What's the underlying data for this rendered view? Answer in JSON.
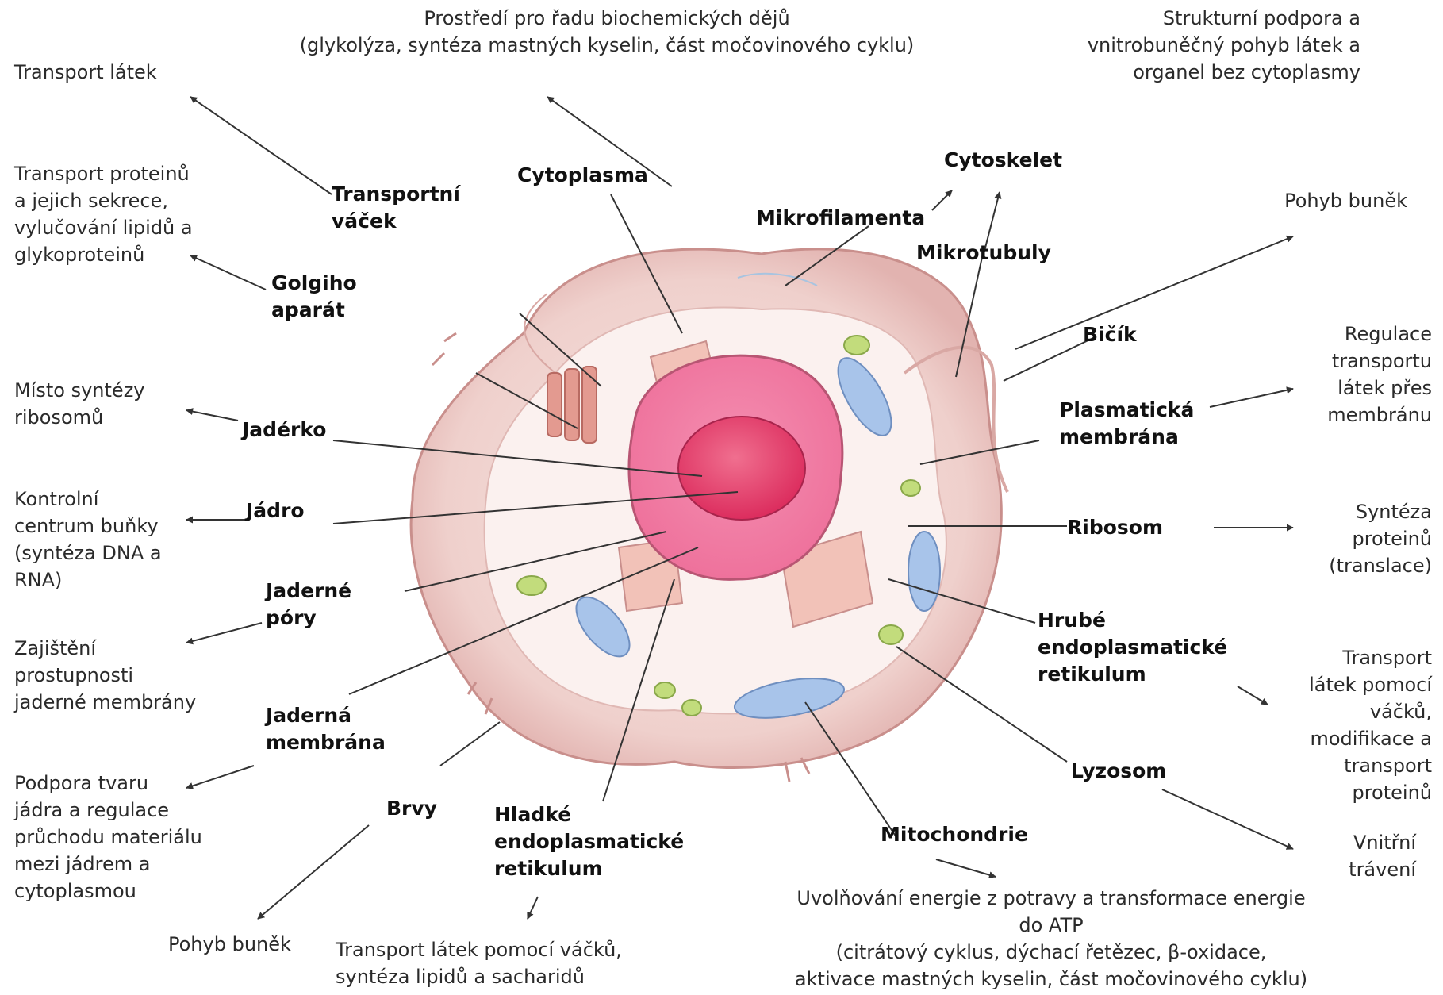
{
  "labels": {
    "transportni_vacek": [
      "Transportní",
      "váček"
    ],
    "cytoplasma": "Cytoplasma",
    "cytoskelet": "Cytoskelet",
    "mikrofilamenta": "Mikrofilamenta",
    "mikrotubuly": "Mikrotubuly",
    "golgiho_aparat": [
      "Golgiho",
      "aparát"
    ],
    "bicik": "Bičík",
    "jaderko": "Jadérko",
    "plasmaticka_membrana": [
      "Plasmatická",
      "membrána"
    ],
    "jadro": "Jádro",
    "ribosom": "Ribosom",
    "jaderne_pory": [
      "Jaderné",
      "póry"
    ],
    "hrube_er": [
      "Hrubé",
      "endoplasmatické",
      "retikulum"
    ],
    "jaderna_membrana": [
      "Jaderná",
      "membrána"
    ],
    "lyzosom": "Lyzosom",
    "brvy": "Brvy",
    "hladke_er": [
      "Hladké",
      "endoplasmatické",
      "retikulum"
    ],
    "mitochondrie": "Mitochondrie"
  },
  "descriptions": {
    "cytoplasma": [
      "Prostředí pro řadu biochemických dějů",
      "(glykolýza, syntéza mastných kyselin, část močovinového cyklu)"
    ],
    "cytoskelet": [
      "Strukturní podpora a",
      "vnitrobuněčný pohyb látek a",
      "organel bez cytoplasmy"
    ],
    "transportni_vacek": [
      "Transport látek"
    ],
    "golgiho_aparat": [
      "Transport proteinů",
      "a jejich sekrece,",
      "vylučování lipidů a",
      "glykoproteinů"
    ],
    "bicik": [
      "Pohyb buněk"
    ],
    "plasmaticka_membrana": [
      "Regulace",
      "transportu",
      "látek přes",
      "membránu"
    ],
    "jaderko": [
      "Místo syntézy",
      "ribosomů"
    ],
    "jadro": [
      "Kontrolní",
      "centrum buňky",
      "(syntéza DNA a",
      "RNA)"
    ],
    "ribosom": [
      "Syntéza",
      "proteinů",
      "(translace)"
    ],
    "jaderne_pory": [
      "Zajištění",
      "prostupnosti",
      "jaderné membrány"
    ],
    "hrube_er": [
      "Transport",
      "látek pomocí",
      "váčků,",
      "modifikace a",
      "transport",
      "proteinů"
    ],
    "jaderna_membrana": [
      "Podpora tvaru",
      "jádra a regulace",
      "průchodu materiálu",
      "mezi jádrem a",
      "cytoplasmou"
    ],
    "lyzosom": [
      "Vnitřní",
      "trávení"
    ],
    "brvy": [
      "Pohyb buněk"
    ],
    "hladke_er": [
      "Transport látek pomocí váčků,",
      "syntéza lipidů a sacharidů"
    ],
    "mitochondrie": [
      "Uvolňování energie z potravy a transformace energie",
      "do ATP",
      "(citrátový cyklus, dýchací řetězec, β-oxidace,",
      "aktivace mastných kyselin, část močovinového cyklu)"
    ]
  }
}
